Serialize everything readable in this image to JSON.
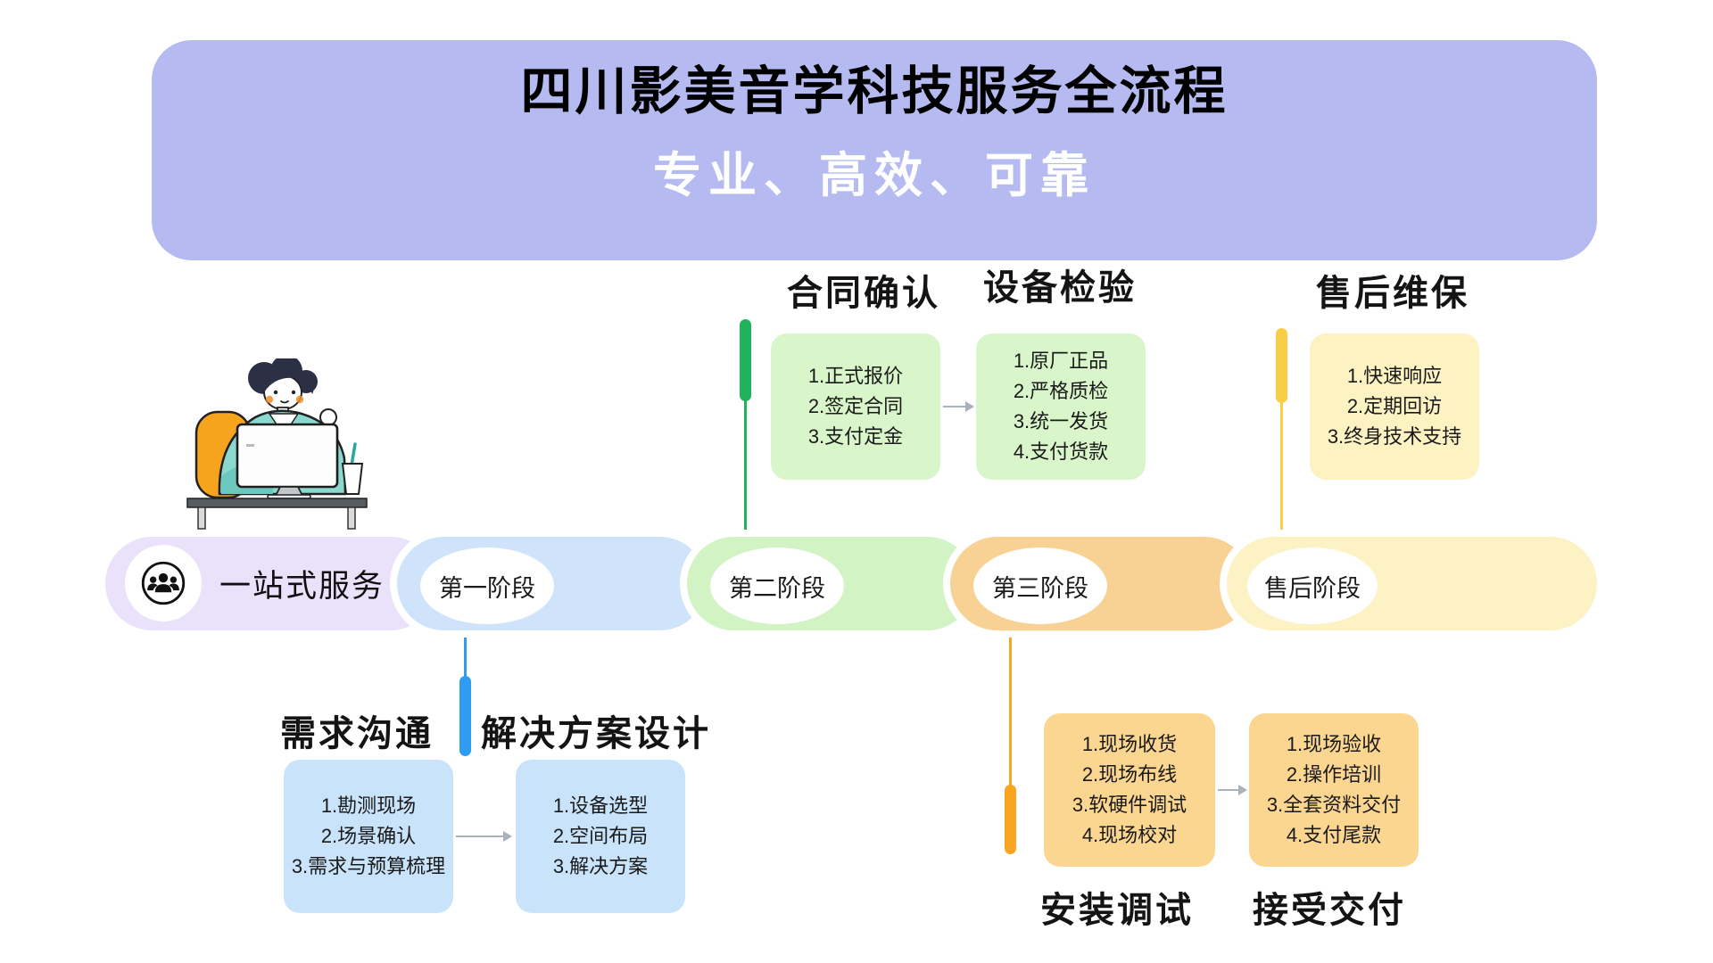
{
  "banner": {
    "title": "四川影美音学科技服务全流程",
    "subtitle": "专业、高效、可靠"
  },
  "timeline": {
    "intro": {
      "label": "一站式服务",
      "icon": "group-icon"
    },
    "stages": [
      {
        "label": "第一阶段",
        "color": "#cfe4fb"
      },
      {
        "label": "第二阶段",
        "color": "#d2f3c4"
      },
      {
        "label": "第三阶段",
        "color": "#f8d294"
      },
      {
        "label": "售后阶段",
        "color": "#fcf2c3"
      }
    ]
  },
  "sections": [
    {
      "id": "contract",
      "title": "合同确认",
      "items": [
        "1.正式报价",
        "2.签定合同",
        "3.支付定金"
      ]
    },
    {
      "id": "device",
      "title": "设备检验",
      "items": [
        "1.原厂正品",
        "2.严格质检",
        "3.统一发货",
        "4.支付货款"
      ]
    },
    {
      "id": "aftersale",
      "title": "售后维保",
      "items": [
        "1.快速响应",
        "2.定期回访",
        "3.终身技术支持"
      ]
    },
    {
      "id": "demand",
      "title": "需求沟通",
      "items": [
        "1.勘测现场",
        "2.场景确认",
        "3.需求与预算梳理"
      ]
    },
    {
      "id": "solution",
      "title": "解决方案设计",
      "items": [
        "1.设备选型",
        "2.空间布局",
        "3.解决方案"
      ]
    },
    {
      "id": "install",
      "title": "安装调试",
      "items": [
        "1.现场收货",
        "2.现场布线",
        "3.软硬件调试",
        "4.现场校对"
      ]
    },
    {
      "id": "delivery",
      "title": "接受交付",
      "items": [
        "1.现场验收",
        "2.操作培训",
        "3.全套资料交付",
        "4.支付尾款"
      ]
    }
  ],
  "colors": {
    "banner": "#b5bbf1",
    "connector_green": "#1fb35c",
    "connector_gold": "#f9ce47",
    "connector_blue": "#2f9cf3",
    "connector_orange": "#f9a51f",
    "box_green": "#d8f6c9",
    "box_yellow": "#fdf2c2",
    "box_blue": "#c9e4fa",
    "box_orange": "#fbd691",
    "pill_purple": "#eae1fa"
  }
}
